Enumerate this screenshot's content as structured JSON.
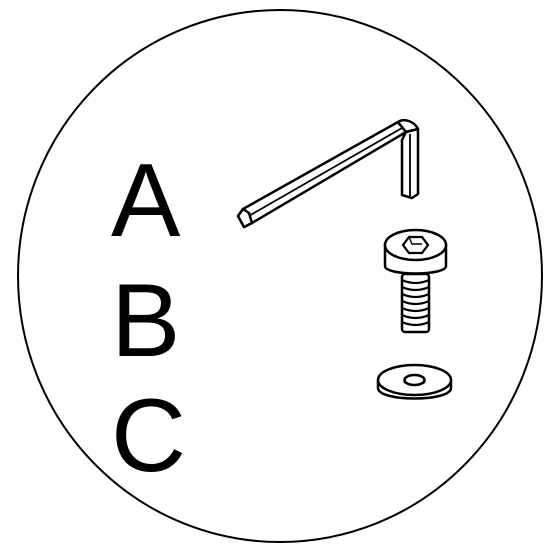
{
  "parts": [
    {
      "letter": "A",
      "item": "hex-key"
    },
    {
      "letter": "B",
      "item": "socket-cap-screw"
    },
    {
      "letter": "C",
      "item": "flat-washer"
    }
  ],
  "colors": {
    "line": "#000000",
    "background": "#ffffff"
  }
}
